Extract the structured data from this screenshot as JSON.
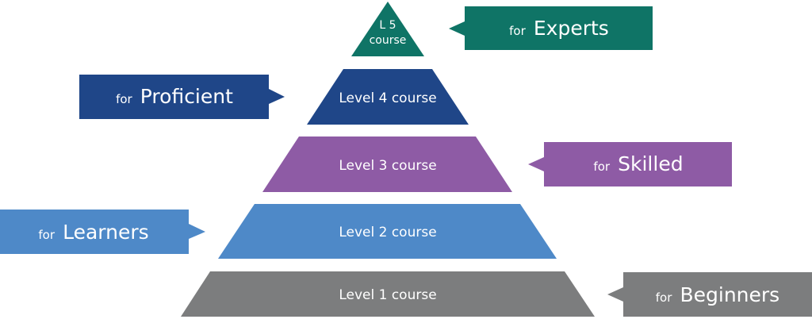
{
  "pyramid": {
    "tiers": [
      {
        "id": "level5",
        "line1": "L 5",
        "line2": "course",
        "color": "#0f7466"
      },
      {
        "id": "level4",
        "label": "Level 4 course",
        "color": "#1f4688"
      },
      {
        "id": "level3",
        "label": "Level 3 course",
        "color": "#8e5ba5"
      },
      {
        "id": "level2",
        "label": "Level 2 course",
        "color": "#4e89c8"
      },
      {
        "id": "level1",
        "label": "Level 1 course",
        "color": "#7c7d7e"
      }
    ]
  },
  "callouts": [
    {
      "id": "experts",
      "prefix": "for",
      "audience": "Experts",
      "color": "#0f7466"
    },
    {
      "id": "proficient",
      "prefix": "for",
      "audience": "Proficient",
      "color": "#1f4688"
    },
    {
      "id": "skilled",
      "prefix": "for",
      "audience": "Skilled",
      "color": "#8e5ba5"
    },
    {
      "id": "learners",
      "prefix": "for",
      "audience": "Learners",
      "color": "#4e89c8"
    },
    {
      "id": "beginners",
      "prefix": "for",
      "audience": "Beginners",
      "color": "#7c7d7e"
    }
  ]
}
